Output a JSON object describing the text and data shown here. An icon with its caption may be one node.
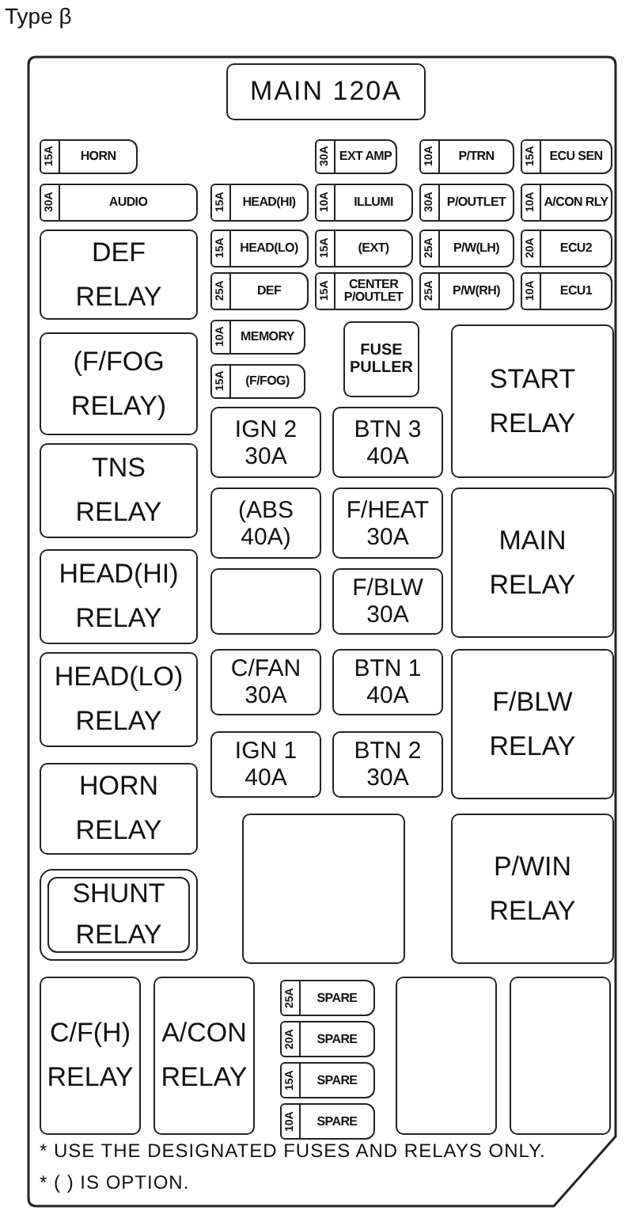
{
  "diagram": {
    "title": "Type β",
    "nodes": [
      {
        "text": [],
        "shape": "box"
      },
      {
        "text": [
          "MAIN 120A"
        ],
        "in": 0
      },
      {
        "text": [
          "15A",
          "HORN"
        ],
        "in": 0
      },
      {
        "text": [
          "30A",
          "EXT AMP"
        ],
        "in": 0
      },
      {
        "text": [
          "10A",
          "P/TRN"
        ],
        "in": 0
      },
      {
        "text": [
          "15A",
          "ECU SEN"
        ],
        "in": 0
      },
      {
        "text": [
          "30A",
          "AUDIO"
        ],
        "in": 0
      },
      {
        "text": [
          "15A",
          "HEAD(HI)"
        ],
        "in": 0
      },
      {
        "text": [
          "10A",
          "ILLUMI"
        ],
        "in": 0
      },
      {
        "text": [
          "30A",
          "P/OUTLET"
        ],
        "in": 0
      },
      {
        "text": [
          "10A",
          "A/CON RLY"
        ],
        "in": 0
      },
      {
        "text": [
          "DEF RELAY"
        ],
        "in": 0
      },
      {
        "text": [
          "15A",
          "HEAD(LO)"
        ],
        "in": 0
      },
      {
        "text": [
          "15A",
          "(EXT)"
        ],
        "in": 0
      },
      {
        "text": [
          "25A",
          "P/W(LH)"
        ],
        "in": 0
      },
      {
        "text": [
          "20A",
          "ECU2"
        ],
        "in": 0
      },
      {
        "text": [
          "25A",
          "DEF"
        ],
        "in": 0
      },
      {
        "text": [
          "15A",
          "CENTER P/OUTLET"
        ],
        "in": 0
      },
      {
        "text": [
          "25A",
          "P/W(RH)"
        ],
        "in": 0
      },
      {
        "text": [
          "10A",
          "ECU1"
        ],
        "in": 0
      },
      {
        "text": [
          "10A",
          "MEMORY"
        ],
        "in": 0
      },
      {
        "text": [
          "FUSE PULLER"
        ],
        "in": 0
      },
      {
        "text": [
          "START RELAY"
        ],
        "in": 0
      },
      {
        "text": [
          "(F/FOG RELAY)"
        ],
        "in": 0
      },
      {
        "text": [
          "15A",
          "(F/FOG)"
        ],
        "in": 0
      },
      {
        "text": [
          "IGN 2",
          "30A"
        ],
        "in": 0
      },
      {
        "text": [
          "BTN 3",
          "40A"
        ],
        "in": 0
      },
      {
        "text": [
          "TNS RELAY"
        ],
        "in": 0
      },
      {
        "text": [
          "(ABS",
          "40A)"
        ],
        "in": 0
      },
      {
        "text": [
          "F/HEAT",
          "30A"
        ],
        "in": 0
      },
      {
        "text": [
          "MAIN RELAY"
        ],
        "in": 0
      },
      {
        "text": [
          "HEAD(HI) RELAY"
        ],
        "in": 0
      },
      {
        "text": [],
        "shape": "box",
        "in": 0
      },
      {
        "text": [
          "F/BLW",
          "30A"
        ],
        "in": 0
      },
      {
        "text": [
          "C/FAN",
          "30A"
        ],
        "in": 0
      },
      {
        "text": [
          "BTN 1",
          "40A"
        ],
        "in": 0
      },
      {
        "text": [
          "HEAD(LO) RELAY"
        ],
        "in": 0
      },
      {
        "text": [
          "F/BLW RELAY"
        ],
        "in": 0
      },
      {
        "text": [
          "IGN 1",
          "40A"
        ],
        "in": 0
      },
      {
        "text": [
          "BTN 2",
          "30A"
        ],
        "in": 0
      },
      {
        "text": [
          "HORN RELAY"
        ],
        "in": 0
      },
      {
        "text": [],
        "shape": "box",
        "in": 0
      },
      {
        "text": [
          "P/WIN RELAY"
        ],
        "in": 0
      },
      {
        "text": [
          "SHUNT RELAY"
        ],
        "in": 0
      },
      {
        "text": [
          "C/F(H) RELAY"
        ],
        "in": 0
      },
      {
        "text": [
          "A/CON RELAY"
        ],
        "in": 0
      },
      {
        "text": [
          "25A",
          "SPARE"
        ],
        "in": 0
      },
      {
        "text": [],
        "shape": "box",
        "in": 0
      },
      {
        "text": [],
        "shape": "box",
        "in": 0
      },
      {
        "text": [
          "20A",
          "SPARE"
        ],
        "in": 0
      },
      {
        "text": [
          "15A",
          "SPARE"
        ],
        "in": 0
      },
      {
        "text": [
          "10A",
          "SPARE"
        ],
        "in": 0
      }
    ],
    "labels": [
      "* USE THE DESIGNATED FUSES AND RELAYS ONLY.",
      "* (   ) IS OPTION."
    ]
  }
}
